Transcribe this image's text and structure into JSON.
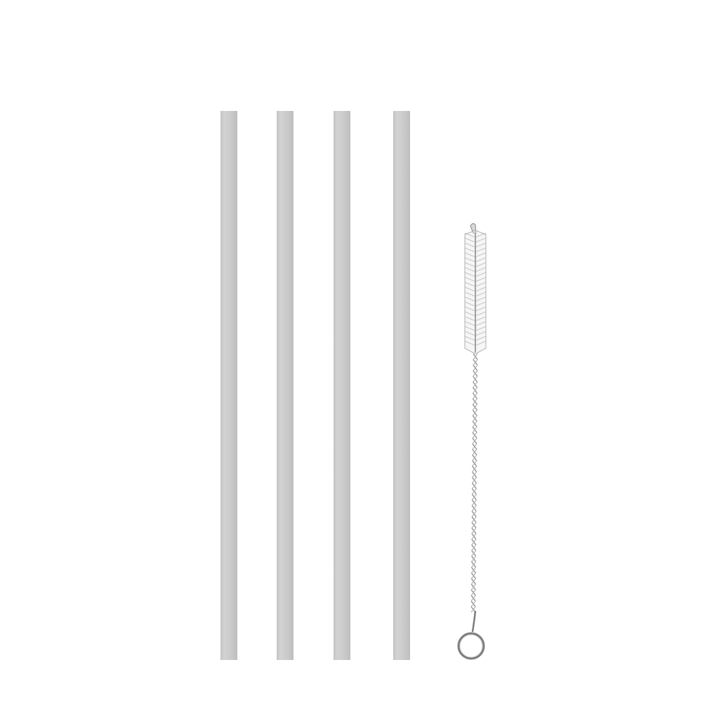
{
  "scene": {
    "background_color": "#ffffff",
    "straw_color": "#cbcbcb",
    "brush_wire_color": "#8a8a8a",
    "brush_bristle_color": "#b8b8b8",
    "items": [
      {
        "kind": "straw",
        "icon": "straw"
      },
      {
        "kind": "straw",
        "icon": "straw"
      },
      {
        "kind": "straw",
        "icon": "straw"
      },
      {
        "kind": "straw",
        "icon": "straw"
      },
      {
        "kind": "cleaning-brush",
        "icon": "brush-icon"
      }
    ]
  }
}
